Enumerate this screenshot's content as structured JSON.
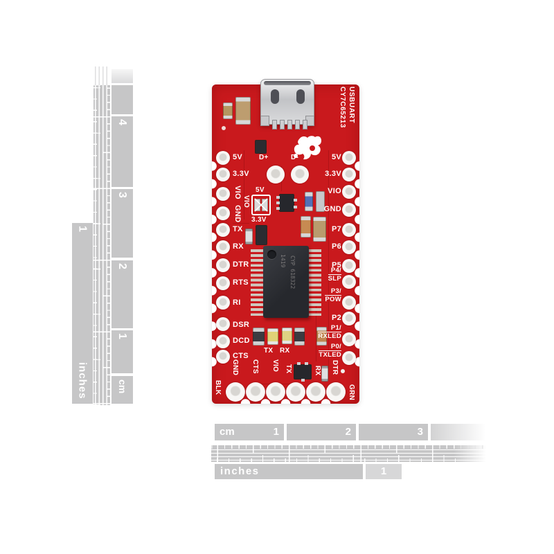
{
  "photo_alt": "Red SparkFun CY7C65213 USB-to-UART serial breakout board photographed on white with centimeter and inch scale rulers",
  "colors": {
    "pcb_red": "#c9191d",
    "silkscreen_white": "#ffffff",
    "ruler_gray": "#c6c6c7",
    "ruler_gray_faded": "#d9d9da",
    "ic_body": "#2e3036",
    "usb_silver": "#cfd0d3"
  },
  "board": {
    "title_line1": "CY7C65213",
    "title_line2": "USBUART",
    "left_pins": [
      "5V",
      "3.3V",
      "VIO",
      "GND",
      "TX",
      "RX",
      "DTR",
      "RTS",
      "RI",
      "DSR",
      "DCD",
      "CTS"
    ],
    "right_pins": [
      {
        "label": "5V"
      },
      {
        "label": "3.3V"
      },
      {
        "label": "VIO"
      },
      {
        "label": "GND"
      },
      {
        "label": "P7"
      },
      {
        "label": "P6"
      },
      {
        "label": "P5"
      },
      {
        "label": "P4/",
        "label2": "SLP"
      },
      {
        "label": "P3/",
        "label2": "POW"
      },
      {
        "label": "P2"
      },
      {
        "label": "P1/",
        "label2": "RXLED"
      },
      {
        "label": "P0/",
        "label2": "TXLED"
      }
    ],
    "bottom_pins": [
      "GND",
      "CTS",
      "VIO",
      "TX",
      "RX",
      "DTR"
    ],
    "corner_label_left": "BLK",
    "corner_label_right": "GRN",
    "usb_pads": {
      "dplus": "D+",
      "dminus": "D-"
    },
    "jumper": {
      "top": "5V",
      "bottom": "3.3V",
      "side": "VIO"
    },
    "led_labels": {
      "tx": "TX",
      "rx": "RX"
    },
    "ic_marking_line1": "1419",
    "ic_marking_line2": "CYP 618322"
  },
  "left_ruler": {
    "cm_numbers": [
      "4",
      "3",
      "2",
      "1"
    ],
    "cm_unit": "cm",
    "inch_number": "1",
    "inch_unit": "inches"
  },
  "bottom_ruler": {
    "cm_unit": "cm",
    "cm_numbers": [
      "1",
      "2",
      "3"
    ],
    "inch_unit": "inches",
    "inch_number": "1"
  }
}
